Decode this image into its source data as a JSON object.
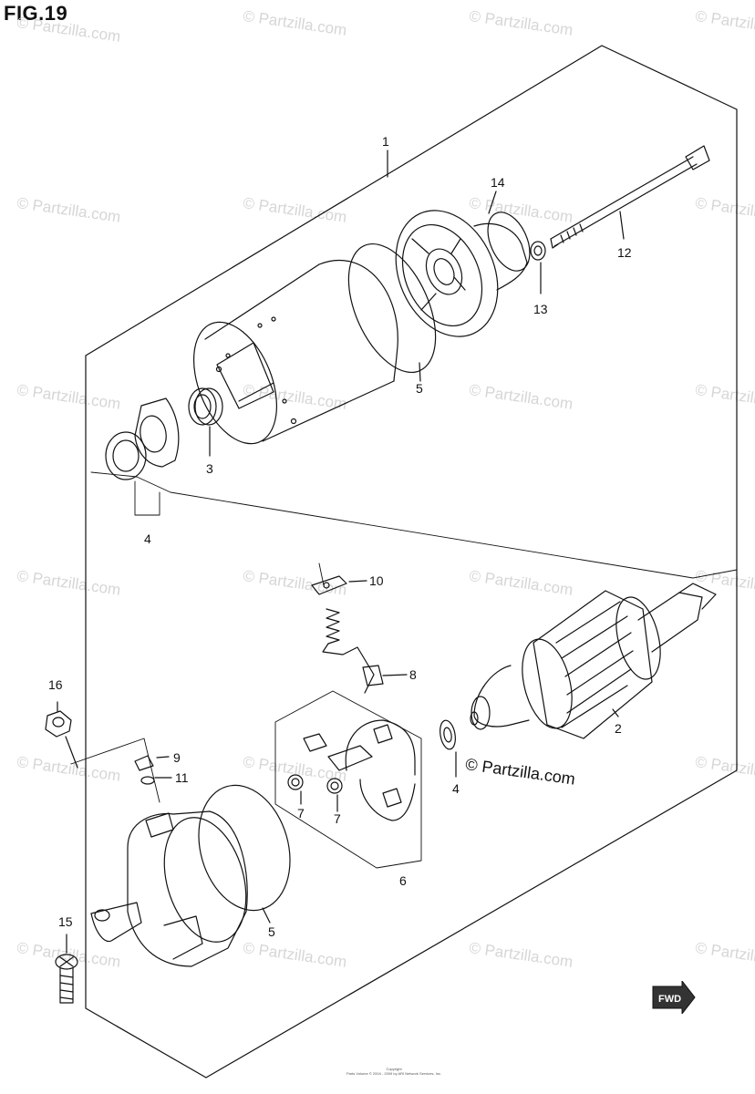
{
  "figure": {
    "title": "FIG.19"
  },
  "watermark": {
    "text": "© Partzilla.com"
  },
  "brand_stamp": {
    "text": "© Partzilla.com"
  },
  "copyright": {
    "line1": "Copyright",
    "line2": "Parts Volume © 2004 - 2009 by ARI Network Services, Inc."
  },
  "fwd_badge": {
    "label": "FWD"
  },
  "callouts": [
    "1",
    "2",
    "3",
    "4",
    "4",
    "5",
    "5",
    "6",
    "7",
    "7",
    "8",
    "9",
    "10",
    "11",
    "12",
    "13",
    "14",
    "15",
    "16"
  ]
}
